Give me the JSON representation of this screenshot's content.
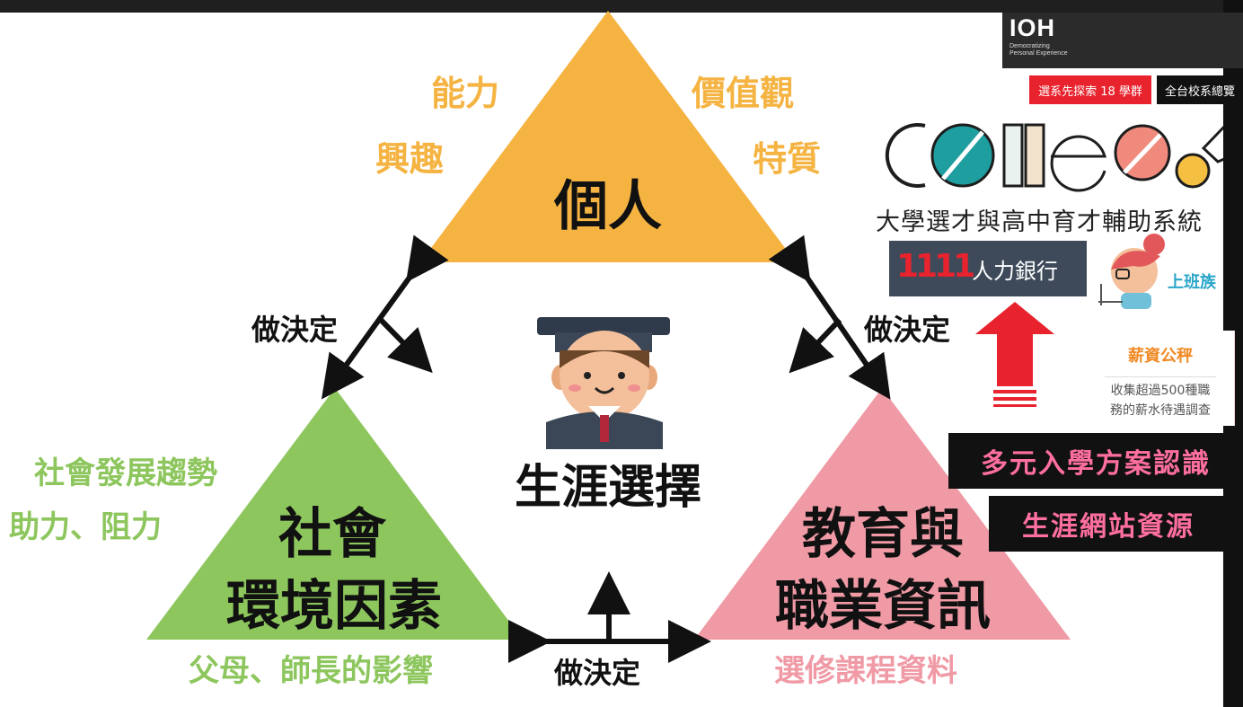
{
  "diagram": {
    "top_triangle": {
      "title": "個人",
      "color": "#f5b342",
      "attributes": [
        "能力",
        "價值觀",
        "興趣",
        "特質"
      ]
    },
    "left_triangle": {
      "title_line1": "社會",
      "title_line2": "環境因素",
      "color": "#8dc65d",
      "attributes": [
        "社會發展趨勢",
        "助力、阻力",
        "父母、師長的影響"
      ]
    },
    "right_triangle": {
      "title_line1": "教育與",
      "title_line2": "職業資訊",
      "color": "#f09aa6",
      "attributes": [
        "選修課程資料"
      ]
    },
    "center_label": "生涯選擇",
    "arrow_labels": [
      "做決定",
      "做決定",
      "做決定"
    ],
    "colors": {
      "attribute_orange": "#f5b342",
      "attribute_green": "#8dc65d",
      "attribute_pink": "#f09aa6",
      "text_dark": "#111111"
    }
  },
  "sidebar": {
    "ioh": {
      "logo": "IOH",
      "tagline_line1": "Democratizing",
      "tagline_line2": "Personal Experience"
    },
    "buttons": [
      "選系先探索 18 學群",
      "全台校系總覽"
    ],
    "collego": {
      "subtitle": "大學選才與高中育才輔助系統"
    },
    "job_bank": {
      "number": "1111",
      "name": "人力銀行"
    },
    "worker": {
      "name": "上班族"
    },
    "salary": {
      "title": "薪資公秤",
      "desc_line1": "收集超過500種職",
      "desc_line2": "務的薪水待遇調查"
    },
    "labels": [
      "多元入學方案認識",
      "生涯網站資源"
    ]
  }
}
